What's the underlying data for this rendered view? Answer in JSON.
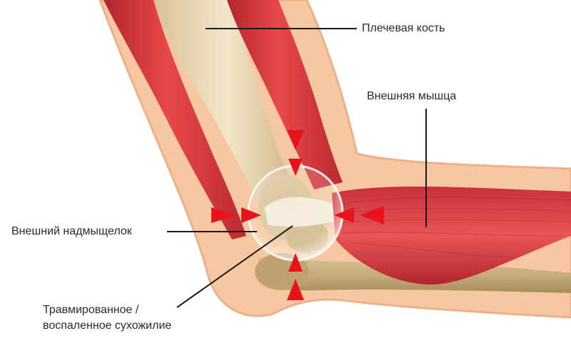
{
  "labels": {
    "humerus": "Плечевая кость",
    "external_muscle": "Внешняя мышца",
    "lateral_epicondyle": "Внешний надмыщелок",
    "tendon_line1": "Травмированное /",
    "tendon_line2": "воспаленное сухожилие"
  },
  "colors": {
    "skin": "#f6c7a0",
    "skin_edge": "#e9a877",
    "bone": "#e9d6b2",
    "bone_shadow": "#c9b088",
    "muscle": "#d83a3c",
    "muscle_dark": "#a8232a",
    "arrow": "#e8141b",
    "leader_line": "#1a1a1a"
  }
}
